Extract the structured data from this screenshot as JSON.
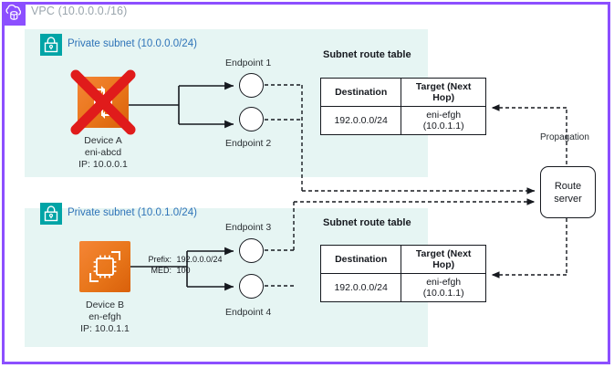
{
  "vpc": {
    "title": "VPC (10.0.0.0./16)",
    "icon": "vpc-cloud-icon",
    "border_color": "#8C4FFF"
  },
  "subnets": [
    {
      "icon": "private-subnet-lock-icon",
      "title": "Private subnet (10.0.0.0/24)",
      "device": {
        "icon": "network-device-icon",
        "name": "Device A",
        "eni": "eni-abcd",
        "ip": "IP: 10.0.0.1",
        "disabled": true,
        "disabled_marker": "red-x-icon"
      },
      "endpoints": [
        {
          "label": "Endpoint 1"
        },
        {
          "label": "Endpoint 2"
        }
      ]
    },
    {
      "icon": "private-subnet-lock-icon",
      "title": "Private subnet (10.0.1.0/24)",
      "device": {
        "icon": "network-device-icon",
        "name": "Device B",
        "eni": "en-efgh",
        "ip": "IP: 10.0.1.1",
        "disabled": false
      },
      "endpoints": [
        {
          "label": "Endpoint 3"
        },
        {
          "label": "Endpoint 4"
        }
      ],
      "advertisement": {
        "prefix_key": "Prefix:",
        "prefix_value": "192.0.0.0/24",
        "med_key": "MED:",
        "med_value": "100"
      }
    }
  ],
  "route_tables": [
    {
      "title": "Subnet route table",
      "headers": [
        "Destination",
        "Target (Next Hop)"
      ],
      "rows": [
        {
          "destination": "192.0.0.0/24",
          "target": "eni-efgh",
          "target_ip": "(10.0.1.1)"
        }
      ]
    },
    {
      "title": "Subnet route table",
      "headers": [
        "Destination",
        "Target (Next Hop)"
      ],
      "rows": [
        {
          "destination": "192.0.0.0/24",
          "target": "eni-efgh",
          "target_ip": "(10.0.1.1)"
        }
      ]
    }
  ],
  "route_server": {
    "line1": "Route",
    "line2": "server",
    "propagation_label": "Propagation"
  },
  "colors": {
    "vpc_purple": "#8C4FFF",
    "subnet_teal_bg": "#E6F5F3",
    "subnet_icon_teal": "#00A4A6",
    "subnet_title_blue": "#2E73B8",
    "device_orange": "#E8761A",
    "disabled_red": "#E01B1B",
    "line_black": "#16191f"
  }
}
